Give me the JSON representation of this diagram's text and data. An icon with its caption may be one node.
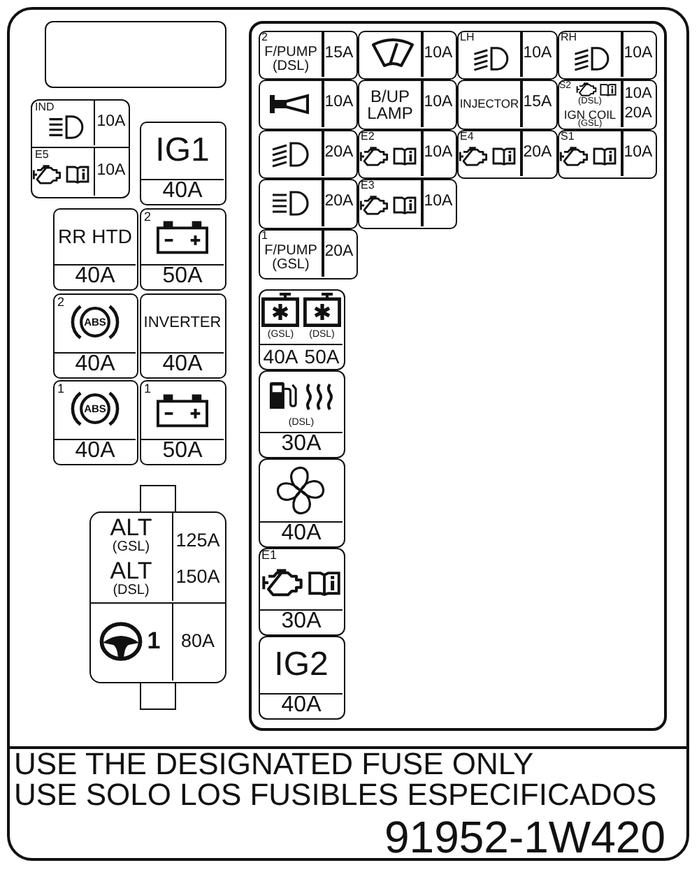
{
  "diagram": {
    "nodes": [
      {
        "text": [],
        "shape": "box"
      },
      {
        "text": [],
        "shape": "box",
        "in": 0
      },
      {
        "text": [
          "IND",
          "10A"
        ],
        "in": 0
      },
      {
        "text": [
          "E5",
          "10A"
        ],
        "in": 0
      },
      {
        "text": [
          "IG1",
          "40A"
        ],
        "in": 0
      },
      {
        "text": [
          "RR HTD",
          "40A"
        ],
        "in": 0
      },
      {
        "text": [
          "2",
          "50A"
        ],
        "in": 0
      },
      {
        "text": [
          "2",
          "ABS",
          "40A"
        ],
        "in": 0
      },
      {
        "text": [
          "INVERTER",
          "40A"
        ],
        "in": 0
      },
      {
        "text": [
          "1",
          "ABS",
          "40A"
        ],
        "in": 0
      },
      {
        "text": [
          "1",
          "50A"
        ],
        "in": 0
      },
      {
        "text": [
          "ALT",
          "(GSL)",
          "125A",
          "ALT",
          "(DSL)",
          "150A"
        ],
        "in": 0
      },
      {
        "text": [
          "1",
          "80A"
        ],
        "in": 0
      },
      {
        "text": [],
        "shape": "box",
        "in": 0
      },
      {
        "text": [
          "2",
          "F/PUMP (DSL)",
          "15A"
        ],
        "in": 13
      },
      {
        "text": [
          "10A"
        ],
        "in": 13
      },
      {
        "text": [
          "LH",
          "10A"
        ],
        "in": 13
      },
      {
        "text": [
          "RH",
          "10A"
        ],
        "in": 13
      },
      {
        "text": [
          "10A"
        ],
        "in": 13
      },
      {
        "text": [
          "B/UP LAMP",
          "10A"
        ],
        "in": 13
      },
      {
        "text": [
          "INJECTOR",
          "15A"
        ],
        "in": 13
      },
      {
        "text": [
          "S2",
          "(DSL)",
          "IGN COIL",
          "(GSL)",
          "10A",
          "20A"
        ],
        "in": 13
      },
      {
        "text": [
          "20A"
        ],
        "in": 13
      },
      {
        "text": [
          "E2",
          "10A"
        ],
        "in": 13
      },
      {
        "text": [
          "E4",
          "20A"
        ],
        "in": 13
      },
      {
        "text": [
          "S1",
          "10A"
        ],
        "in": 13
      },
      {
        "text": [
          "20A"
        ],
        "in": 13
      },
      {
        "text": [
          "E3",
          "10A"
        ],
        "in": 13
      },
      {
        "text": [
          "1",
          "F/PUMP (GSL)",
          "20A"
        ],
        "in": 13
      },
      {
        "text": [
          "(GSL)",
          "(DSL)",
          "40A",
          "50A"
        ],
        "in": 13
      },
      {
        "text": [
          "(DSL)",
          "30A"
        ],
        "in": 13
      },
      {
        "text": [
          "40A"
        ],
        "in": 13
      },
      {
        "text": [
          "E1",
          "30A"
        ],
        "in": 13
      },
      {
        "text": [
          "IG2",
          "40A"
        ],
        "in": 13
      }
    ],
    "labels": [
      "USE THE DESIGNATED FUSE ONLY",
      "USE SOLO LOS FUSIBLES ESPECIFICADOS",
      "91952-1W420"
    ]
  }
}
